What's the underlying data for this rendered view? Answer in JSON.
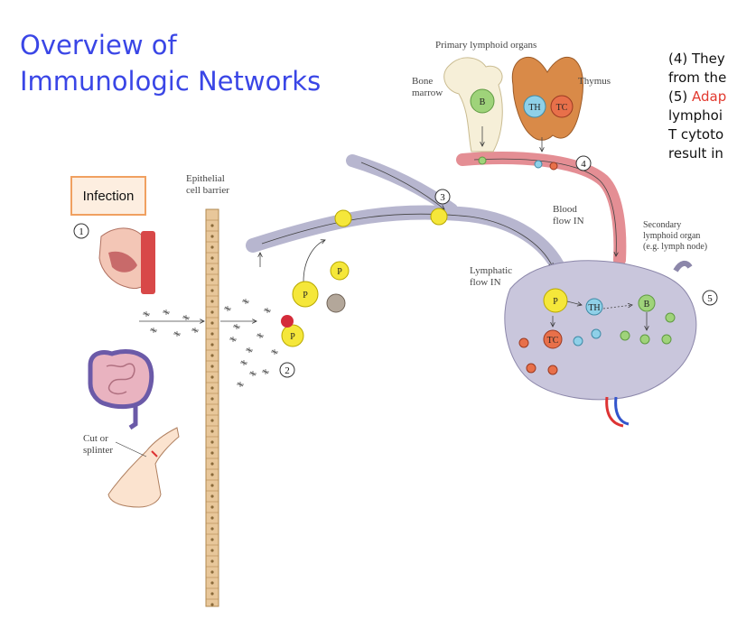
{
  "title_line1": "Overview of",
  "title_line2": "Immunologic Networks",
  "side_text": {
    "line1": "(4) They",
    "line2": "from the",
    "line3_num": "(5) ",
    "line3_red": "Adap",
    "line4": "lymphoi",
    "line5": "T cytoto",
    "line6": "result in"
  },
  "labels": {
    "primary_organs": "Primary lymphoid organs",
    "bone_marrow_1": "Bone",
    "bone_marrow_2": "marrow",
    "thymus": "Thymus",
    "epithelial_1": "Epithelial",
    "epithelial_2": "cell barrier",
    "infection": "Infection",
    "blood_1": "Blood",
    "blood_2": "flow IN",
    "lymphatic_1": "Lymphatic",
    "lymphatic_2": "flow IN",
    "secondary_1": "Secondary",
    "secondary_2": "lymphoid organ",
    "secondary_3": "(e.g. lymph node)",
    "cut_1": "Cut or",
    "cut_2": "splinter"
  },
  "steps": [
    "1",
    "2",
    "3",
    "4",
    "5"
  ],
  "cell_letters": {
    "b": "B",
    "th": "TH",
    "tc": "TC",
    "p": "P"
  },
  "colors": {
    "title": "#3a46e6",
    "highlight": "#e23a2f",
    "lymph_vessel": "#b7b6cf",
    "blood_vessel": "#e48e94",
    "node": "#c9c6dc",
    "barrier": "#e8c79a",
    "apc": "#f5e73a",
    "b_cell": "#9fd37a",
    "th_cell": "#8fd0e8",
    "tc_cell": "#e8704a"
  }
}
